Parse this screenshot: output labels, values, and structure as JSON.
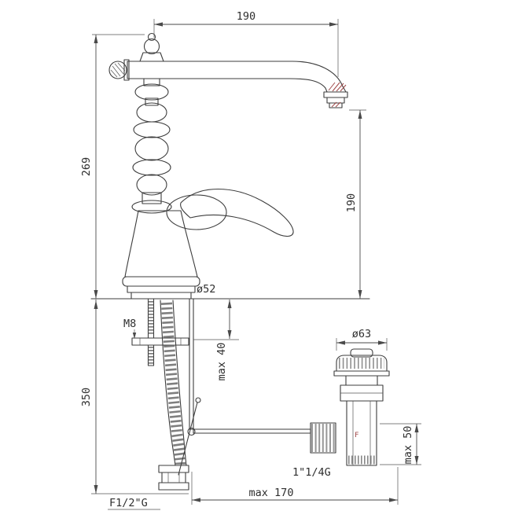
{
  "drawing": {
    "subject": "Classic single-hole basin faucet with swan-neck spout, flexible hose and pop-up waste — dimensional technical drawing",
    "units": "mm",
    "colors": {
      "line": "#3d3d3d",
      "dimension": "#4a4a4a",
      "accent_red": "#a04848",
      "background": "#ffffff"
    },
    "labels": {
      "spout_reach": "190",
      "body_height": "269",
      "spout_outlet_height": "190",
      "base_diameter": "ø52",
      "fixing_stud": "M8",
      "max_top_thickness": "max 40",
      "hose_drop": "350",
      "waste_plug_diameter": "ø63",
      "waste_max_depth": "max 50",
      "waste_thread": "1\"1/4G",
      "hose_thread": "F1/2\"G",
      "horizontal_span": "max 170",
      "waste_mark": "F"
    }
  }
}
